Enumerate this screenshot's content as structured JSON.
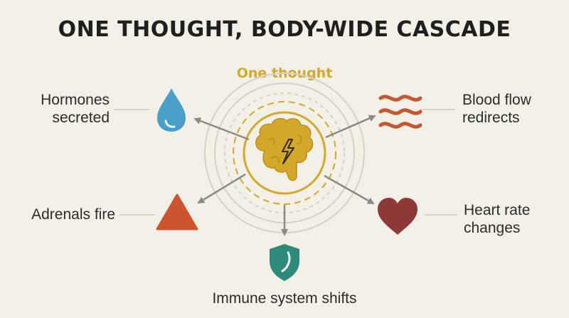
{
  "title": "ONE THOUGHT, BODY-WIDE CASCADE",
  "center_label": "One thought",
  "center_icon": "brain-lightning-icon",
  "effects": {
    "hormones": {
      "line1": "Hormones",
      "line2": "secreted",
      "icon": "water-drop-icon",
      "color": "#4a9fc9"
    },
    "blood_flow": {
      "line1": "Blood flow",
      "line2": "redirects",
      "icon": "wavy-lines-icon",
      "color": "#c5572f"
    },
    "adrenals": {
      "text": "Adrenals fire",
      "icon": "triangle-icon",
      "color": "#cc5530"
    },
    "heart_rate": {
      "line1": "Heart rate",
      "line2": "changes",
      "icon": "heart-icon",
      "color": "#8e3838"
    },
    "immune": {
      "text": "Immune system shifts",
      "icon": "shield-icon",
      "color": "#2e8a7a"
    }
  },
  "colors": {
    "background": "#f3f0e8",
    "accent_gold": "#d4a82a",
    "arrow_gray": "#8a8a8a",
    "ring_gray": "#cfcac0"
  }
}
